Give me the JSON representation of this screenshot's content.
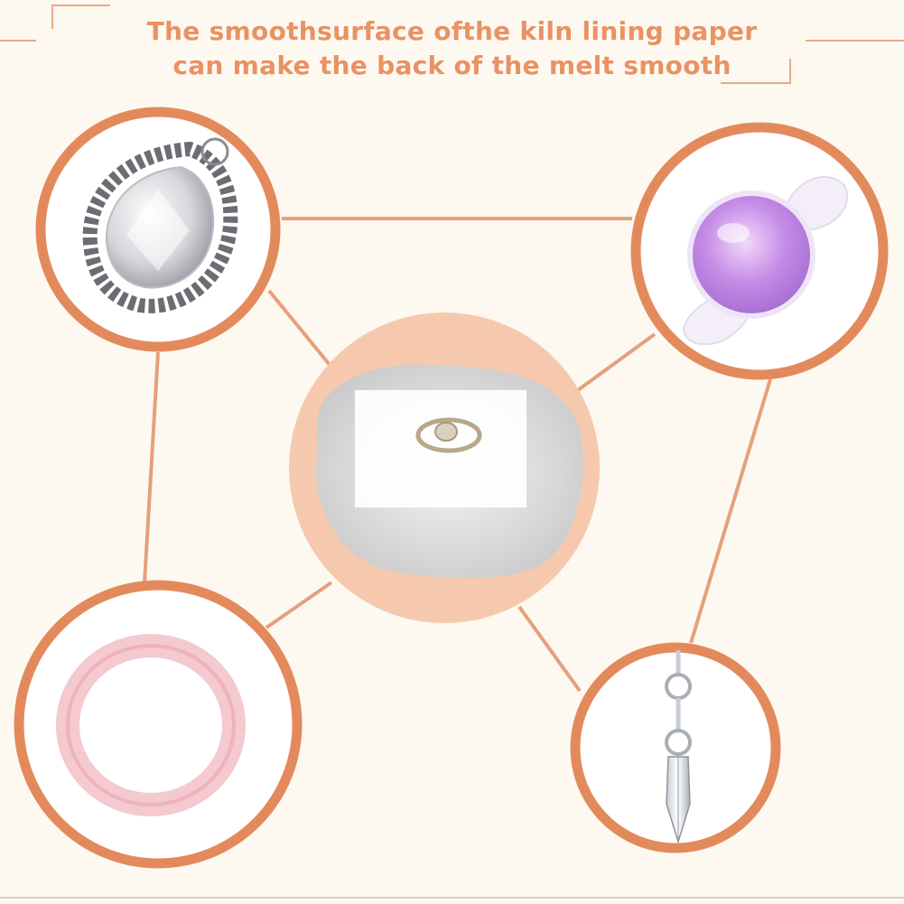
{
  "headline": {
    "line1": "The smoothsurface ofthe kiln lining paper",
    "line2": "can make the back of the melt smooth"
  },
  "colors": {
    "background": "#fdf9f1",
    "accent": "#e99264",
    "ring_stroke": "#e38a5c",
    "center_disc": "#f6c9ae"
  },
  "items": [
    {
      "name": "teardrop-rhinestone-pendant"
    },
    {
      "name": "purple-candy-bead"
    },
    {
      "name": "ring-on-kiln-paper"
    },
    {
      "name": "pink-ring"
    },
    {
      "name": "crystal-prism-pendant"
    }
  ]
}
